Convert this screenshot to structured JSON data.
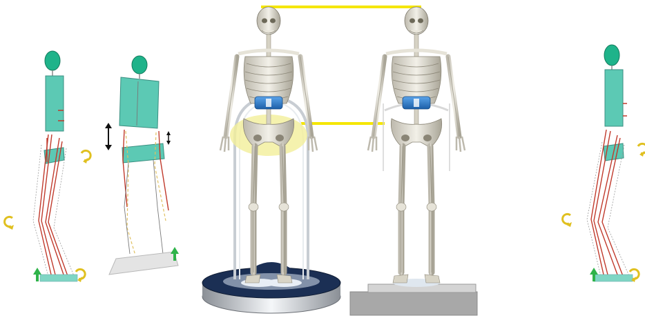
{
  "scene": {
    "panels": [
      {
        "id": "stick-figure-side-left",
        "kind": "stick-figure",
        "torso": "teal"
      },
      {
        "id": "stick-figure-front",
        "kind": "stick-figure",
        "torso": "teal"
      },
      {
        "id": "skeleton-on-round-platform",
        "kind": "skeleton",
        "pelvis_highlighted": true
      },
      {
        "id": "skeleton-on-square-platform",
        "kind": "skeleton",
        "pelvis_highlighted": false
      },
      {
        "id": "stick-figure-side-right",
        "kind": "stick-figure",
        "torso": "teal"
      }
    ],
    "colors": {
      "torso": "#5cc9b4",
      "head": "#1fb38a",
      "muscle_line": "#c0392b",
      "guide_line": "#f5e600",
      "pelvis_highlight": "#f3ef9a",
      "lumbar_device": "#2a78c8",
      "platform_round_top": "#1b2f54",
      "platform_square": "#a8a8a8",
      "arrow_green": "#2fb34a",
      "arrow_yellow": "#e0c020"
    },
    "icons": [
      "curved-arrow-icon",
      "up-arrow-icon",
      "double-arrow-icon"
    ]
  }
}
